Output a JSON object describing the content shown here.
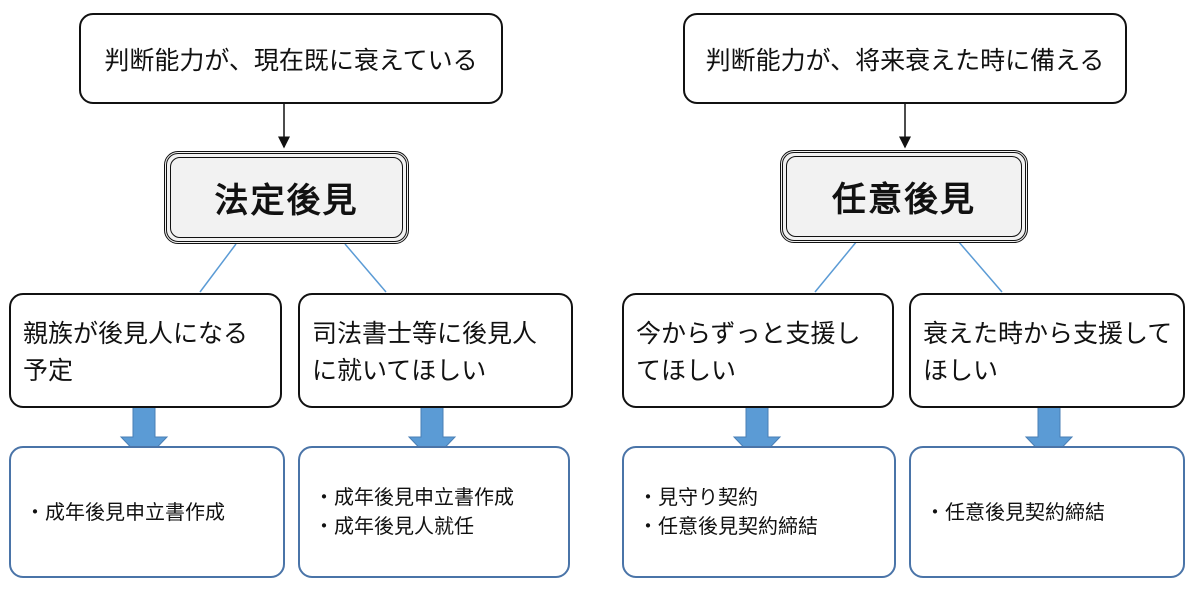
{
  "left": {
    "condition": "判断能力が、現在既に衰えている",
    "type": "法定後見",
    "option_a": {
      "text": "親族が後見人になる予定",
      "tasks": [
        "・成年後見申立書作成"
      ]
    },
    "option_b": {
      "text": "司法書士等に後見人に就いてほしい",
      "tasks": [
        "・成年後見申立書作成",
        "・成年後見人就任"
      ]
    }
  },
  "right": {
    "condition": "判断能力が、将来衰えた時に備える",
    "type": "任意後見",
    "option_a": {
      "text": "今からずっと支援してほしい",
      "tasks": [
        "・見守り契約",
        "・任意後見契約締結"
      ]
    },
    "option_b": {
      "text": "衰えた時から支援してほしい",
      "tasks": [
        "・任意後見契約締結"
      ]
    }
  },
  "colors": {
    "arrow_fill": "#5b9bd5",
    "connector": "#5b9bd5",
    "task_border": "#4a74a8"
  }
}
